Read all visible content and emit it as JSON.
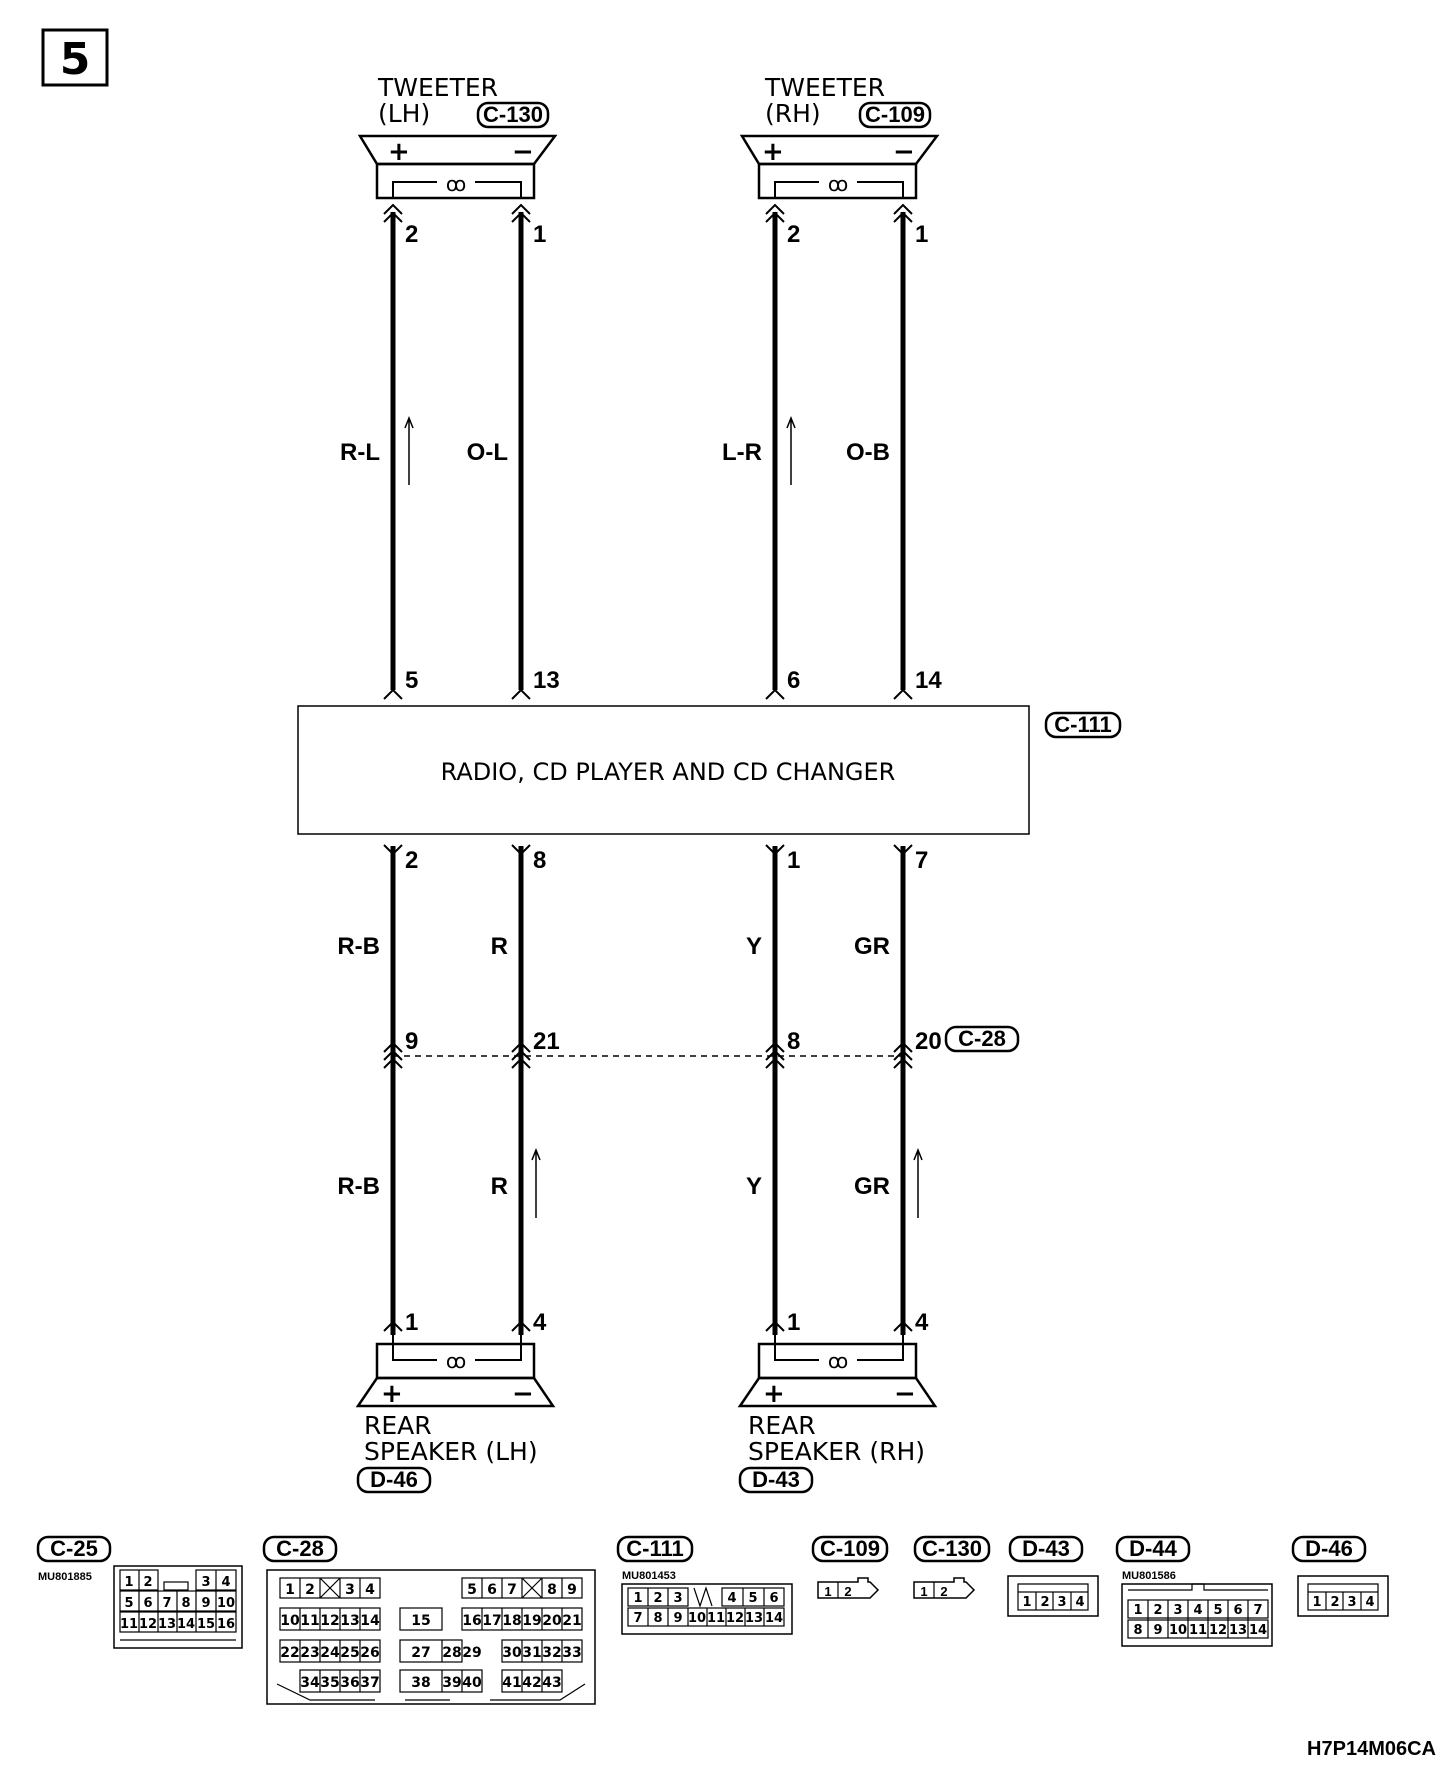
{
  "page_number": "5",
  "diagram_code": "H7P14M06CA",
  "tweeter_lh": {
    "title": "TWEETER",
    "side": "(LH)",
    "connector": "C-130",
    "plus": "+",
    "minus": "−",
    "pin_pos": "2",
    "pin_neg": "1"
  },
  "tweeter_rh": {
    "title": "TWEETER",
    "side": "(RH)",
    "connector": "C-109",
    "plus": "+",
    "minus": "−",
    "pin_pos": "2",
    "pin_neg": "1"
  },
  "radio": {
    "label": "RADIO, CD PLAYER AND CD CHANGER",
    "connector": "C-111"
  },
  "upper_wires": [
    {
      "color": "R-L",
      "radio_pin": "5"
    },
    {
      "color": "O-L",
      "radio_pin": "13"
    },
    {
      "color": "L-R",
      "radio_pin": "6"
    },
    {
      "color": "O-B",
      "radio_pin": "14"
    }
  ],
  "lower_wires": [
    {
      "color_upper": "R-B",
      "color_lower": "R-B",
      "radio_pin": "2",
      "junction_pin": "9",
      "speaker_pin": "1"
    },
    {
      "color_upper": "R",
      "color_lower": "R",
      "radio_pin": "8",
      "junction_pin": "21",
      "speaker_pin": "4"
    },
    {
      "color_upper": "Y",
      "color_lower": "Y",
      "radio_pin": "1",
      "junction_pin": "8",
      "speaker_pin": "1"
    },
    {
      "color_upper": "GR",
      "color_lower": "GR",
      "radio_pin": "7",
      "junction_pin": "20",
      "speaker_pin": "4"
    }
  ],
  "junction_connector": "C-28",
  "rear_lh": {
    "line1": "REAR",
    "line2": "SPEAKER (LH)",
    "connector": "D-46",
    "plus": "+",
    "minus": "−"
  },
  "rear_rh": {
    "line1": "REAR",
    "line2": "SPEAKER (RH)",
    "connector": "D-43",
    "plus": "+",
    "minus": "−"
  },
  "connector_views": [
    {
      "id": "C-25",
      "part": "MU801885",
      "rows": [
        [
          "1",
          "2",
          "",
          "3",
          "4"
        ],
        [
          "5",
          "6",
          "7",
          "8",
          "9",
          "10"
        ],
        [
          "11",
          "12",
          "13",
          "14",
          "15",
          "16"
        ]
      ]
    },
    {
      "id": "C-28",
      "part": "",
      "rows": [
        [
          "1",
          "2",
          "X",
          "3",
          "4",
          "",
          "5",
          "6",
          "7",
          "X",
          "8",
          "9"
        ],
        [
          "10",
          "11",
          "12",
          "13",
          "14",
          "15",
          "16",
          "17",
          "18",
          "19",
          "20",
          "21"
        ],
        [
          "22",
          "23",
          "24",
          "25",
          "26",
          "27",
          "28",
          "29",
          "30",
          "31",
          "32",
          "33"
        ],
        [
          "34",
          "35",
          "36",
          "37",
          "38",
          "39",
          "40",
          "41",
          "42",
          "43"
        ]
      ]
    },
    {
      "id": "C-111",
      "part": "MU801453",
      "rows": [
        [
          "1",
          "2",
          "3",
          "",
          "4",
          "5",
          "6"
        ],
        [
          "7",
          "8",
          "9",
          "10",
          "11",
          "12",
          "13",
          "14"
        ]
      ]
    },
    {
      "id": "C-109",
      "part": "",
      "rows": [
        [
          "1",
          "2"
        ]
      ]
    },
    {
      "id": "C-130",
      "part": "",
      "rows": [
        [
          "1",
          "2"
        ]
      ]
    },
    {
      "id": "D-43",
      "part": "",
      "rows": [
        [
          "1",
          "2",
          "3",
          "4"
        ]
      ]
    },
    {
      "id": "D-44",
      "part": "MU801586",
      "rows": [
        [
          "1",
          "2",
          "3",
          "4",
          "5",
          "6",
          "7"
        ],
        [
          "8",
          "9",
          "10",
          "11",
          "12",
          "13",
          "14"
        ]
      ]
    },
    {
      "id": "D-46",
      "part": "",
      "rows": [
        [
          "1",
          "2",
          "3",
          "4"
        ]
      ]
    }
  ]
}
